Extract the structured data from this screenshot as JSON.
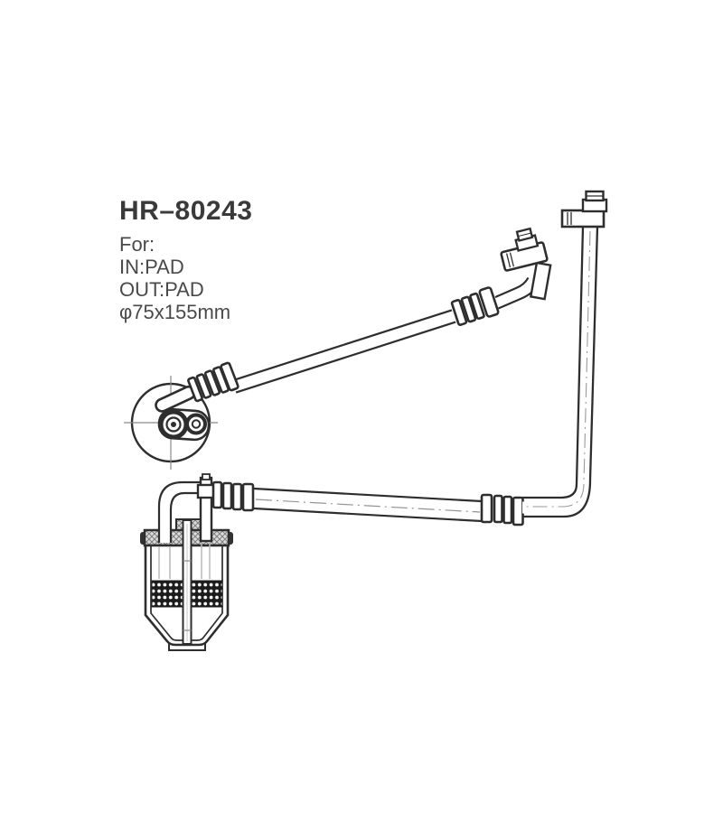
{
  "label": {
    "part_number": "HR–80243",
    "for_label": "For:",
    "inlet": "IN:PAD",
    "outlet": "OUT:PAD",
    "dimensions": "φ75x155mm"
  },
  "colors": {
    "background": "#ffffff",
    "line_ink": "#2e2e2e",
    "text_ink": "#424242",
    "hatch_fill": "#dcdcdc",
    "desiccant_band": "#1c1c1c"
  },
  "drawing": {
    "kind": "technical-line-drawing",
    "components": [
      "discharge-flange-fitting",
      "service-valve",
      "return-metal-tube",
      "crimp-ferrule",
      "rubber-hose",
      "port-block-sight-glass",
      "receiver-drier-cross-section"
    ]
  }
}
